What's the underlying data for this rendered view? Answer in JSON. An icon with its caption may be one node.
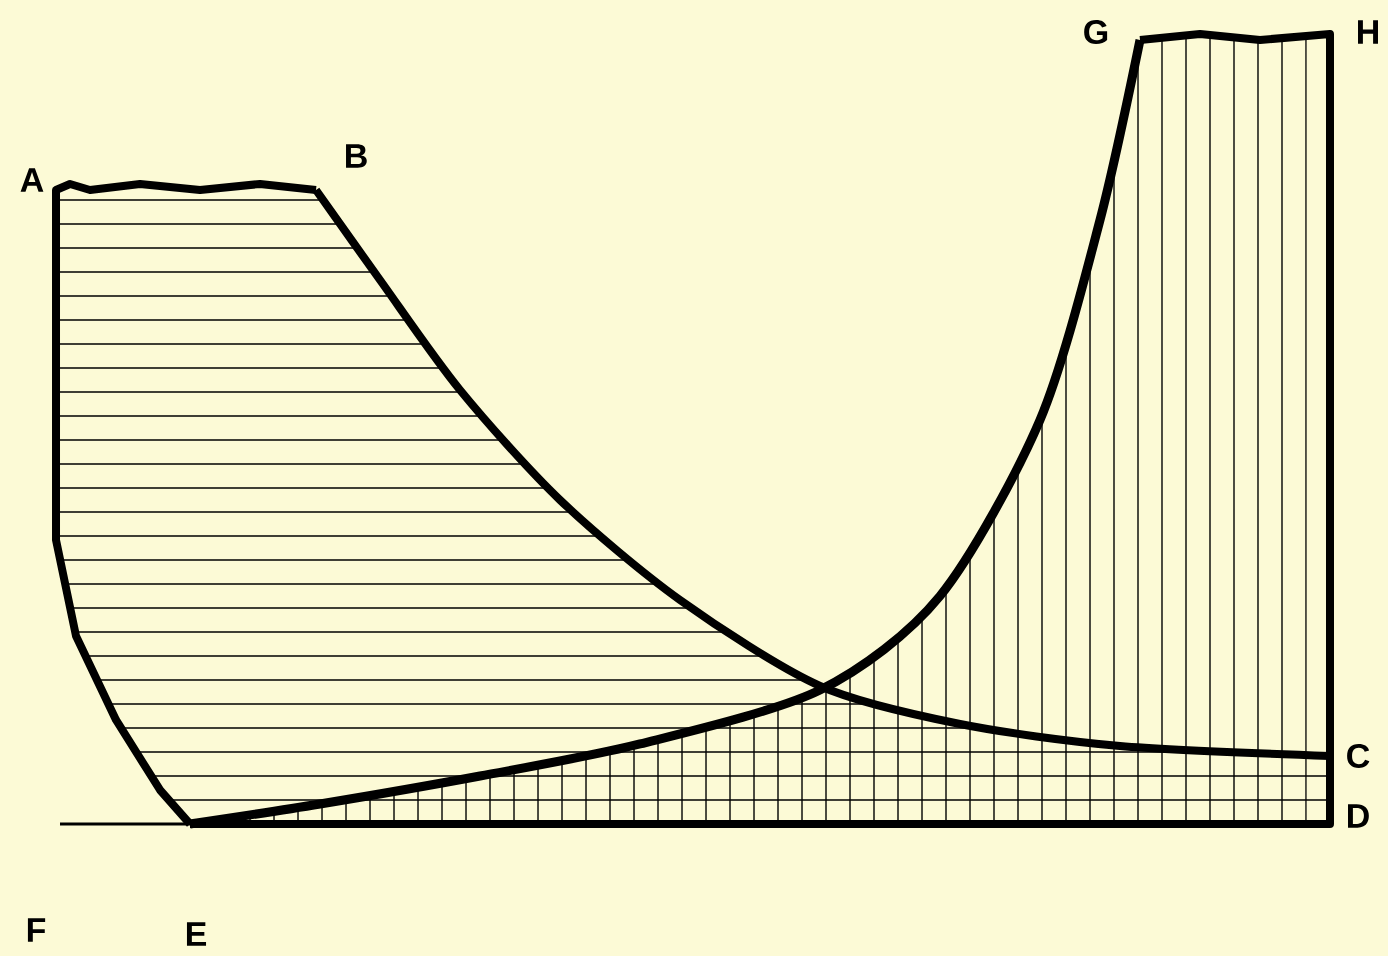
{
  "diagram": {
    "labels": [
      "A",
      "B",
      "G",
      "H",
      "C",
      "D",
      "F",
      "E"
    ]
  }
}
